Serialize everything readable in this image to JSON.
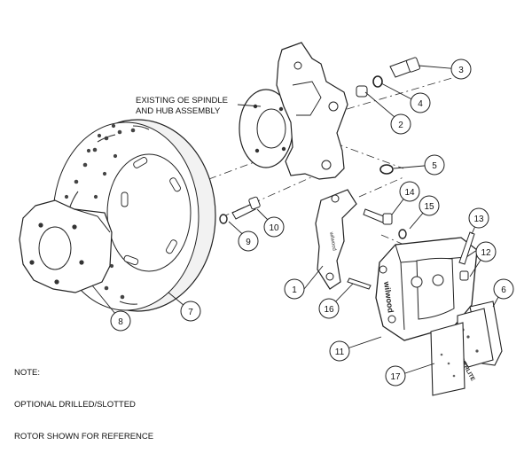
{
  "labels": {
    "spindle": [
      "EXISTING OE SPINDLE",
      "AND HUB ASSEMBLY"
    ]
  },
  "note": {
    "title": "NOTE:",
    "lines": [
      "OPTIONAL DRILLED/SLOTTED",
      "ROTOR SHOWN FOR REFERENCE"
    ]
  },
  "callouts": [
    "1",
    "2",
    "3",
    "4",
    "5",
    "6",
    "7",
    "8",
    "9",
    "10",
    "11",
    "12",
    "13",
    "14",
    "15",
    "16",
    "17"
  ],
  "brand_marks": [
    "wilwood",
    "wilwood",
    "POWERLITE"
  ]
}
